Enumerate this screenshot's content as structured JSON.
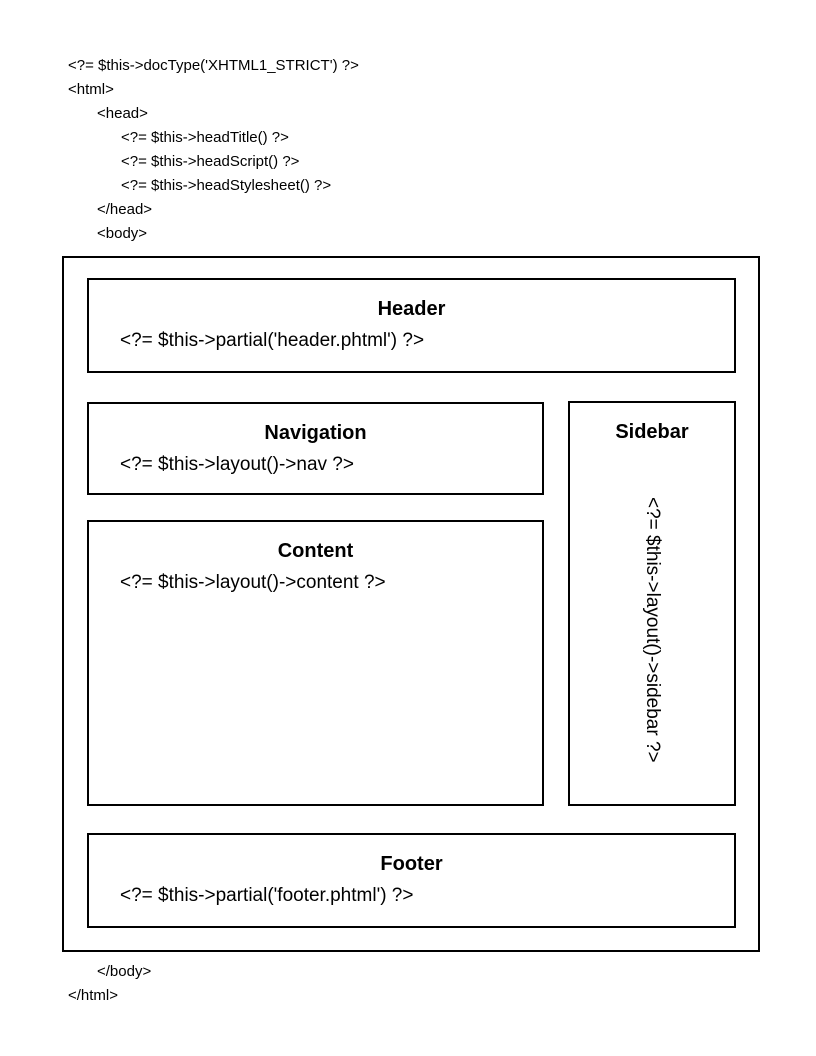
{
  "page": {
    "background": "#ffffff",
    "text_color": "#000000",
    "border_color": "#000000"
  },
  "code_top": {
    "lines": [
      "<?= $this->docType('XHTML1_STRICT') ?>",
      "<html>",
      "<head>",
      "<?= $this->headTitle() ?>",
      "<?= $this->headScript() ?>",
      "<?= $this->headStylesheet() ?>",
      "</head>",
      "<body>"
    ]
  },
  "diagram": {
    "header": {
      "title": "Header",
      "code": "<?= $this->partial('header.phtml') ?>"
    },
    "navigation": {
      "title": "Navigation",
      "code": "<?= $this->layout()->nav ?>"
    },
    "content": {
      "title": "Content",
      "code": "<?= $this->layout()->content ?>"
    },
    "sidebar": {
      "title": "Sidebar",
      "code": "<?= $this->layout()->sidebar ?>"
    },
    "footer": {
      "title": "Footer",
      "code": "<?= $this->partial('footer.phtml') ?>"
    }
  },
  "code_bottom": {
    "lines": [
      "</body>",
      "</html>"
    ]
  }
}
